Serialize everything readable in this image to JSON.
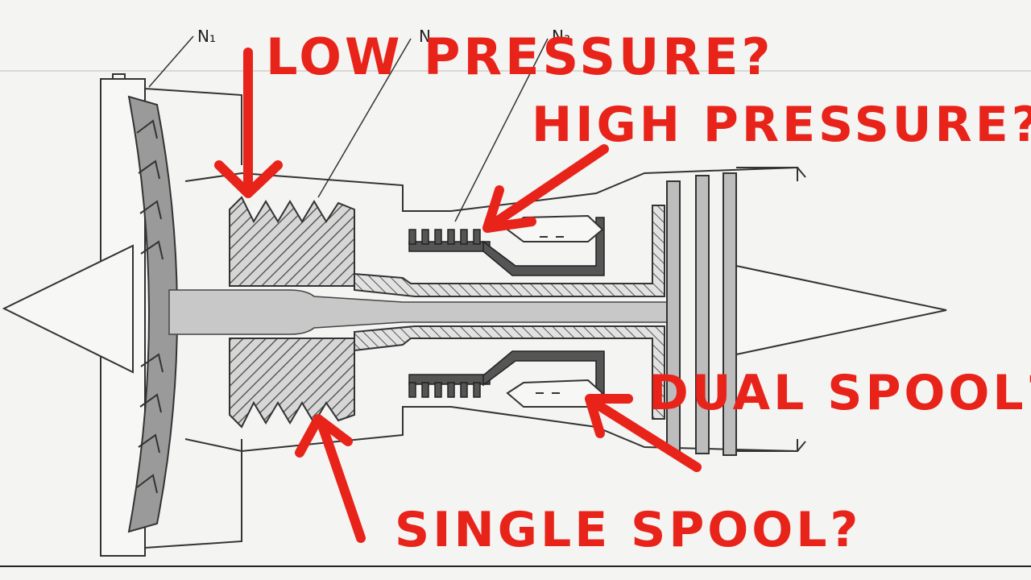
{
  "diagram": {
    "station_labels": {
      "n1": "N₁",
      "n2": "N",
      "n3": "N₃"
    },
    "annotations": {
      "low_pressure": "LOW PRESSURE?",
      "high_pressure": "HIGH PRESSURE?",
      "dual_spool": "DUAL SPOOL?",
      "single_spool": "SINGLE SPOOL?"
    },
    "colors": {
      "annotation": "#e8231a",
      "line": "#3a3a3a",
      "hatch": "#555555",
      "shaft": "#c8c8c8",
      "paper": "#f4f4f2"
    }
  }
}
